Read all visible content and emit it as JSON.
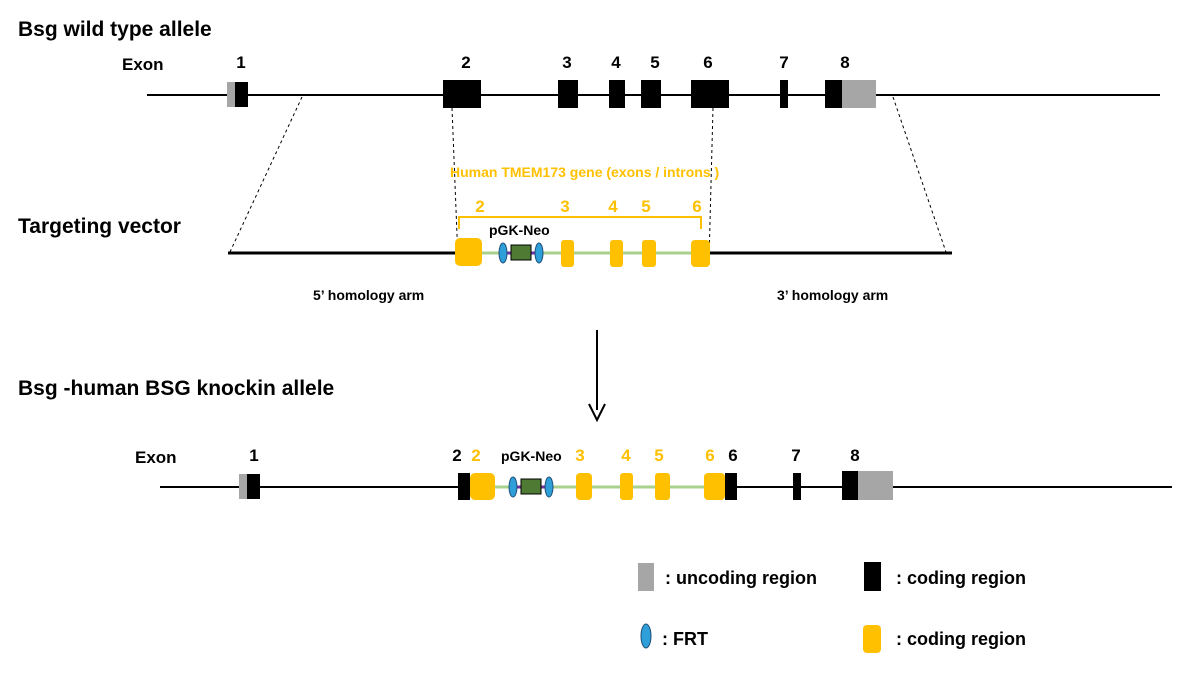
{
  "colors": {
    "coding": "#000000",
    "uncoding": "#A6A6A6",
    "human_coding": "#FFC000",
    "frt": "#2E9FD8",
    "neo": "#4E7A33",
    "intron": "#A9D18E"
  },
  "wild_type": {
    "title": "Bsg wild type allele",
    "exon_label": "Exon",
    "exon_numbers": [
      "1",
      "2",
      "3",
      "4",
      "5",
      "6",
      "7",
      "8"
    ]
  },
  "vector": {
    "title": "Targeting vector",
    "human_gene_label": "Human TMEM173 gene (exons / introns )",
    "exon_numbers": [
      "2",
      "3",
      "4",
      "5",
      "6"
    ],
    "cassette_label": "pGK-Neo",
    "arm5_label": "5’ homology arm",
    "arm3_label": "3’ homology arm"
  },
  "knockin": {
    "title": "Bsg -human BSG knockin allele",
    "exon_label": "Exon",
    "mouse_exon_numbers": [
      "1",
      "2",
      "6",
      "7",
      "8"
    ],
    "human_exon_numbers": [
      "2",
      "3",
      "4",
      "5",
      "6"
    ],
    "cassette_label": "pGK-Neo"
  },
  "legend": {
    "uncoding": ": uncoding region",
    "coding": ": coding region",
    "frt": ": FRT",
    "human_coding": ": coding region"
  }
}
